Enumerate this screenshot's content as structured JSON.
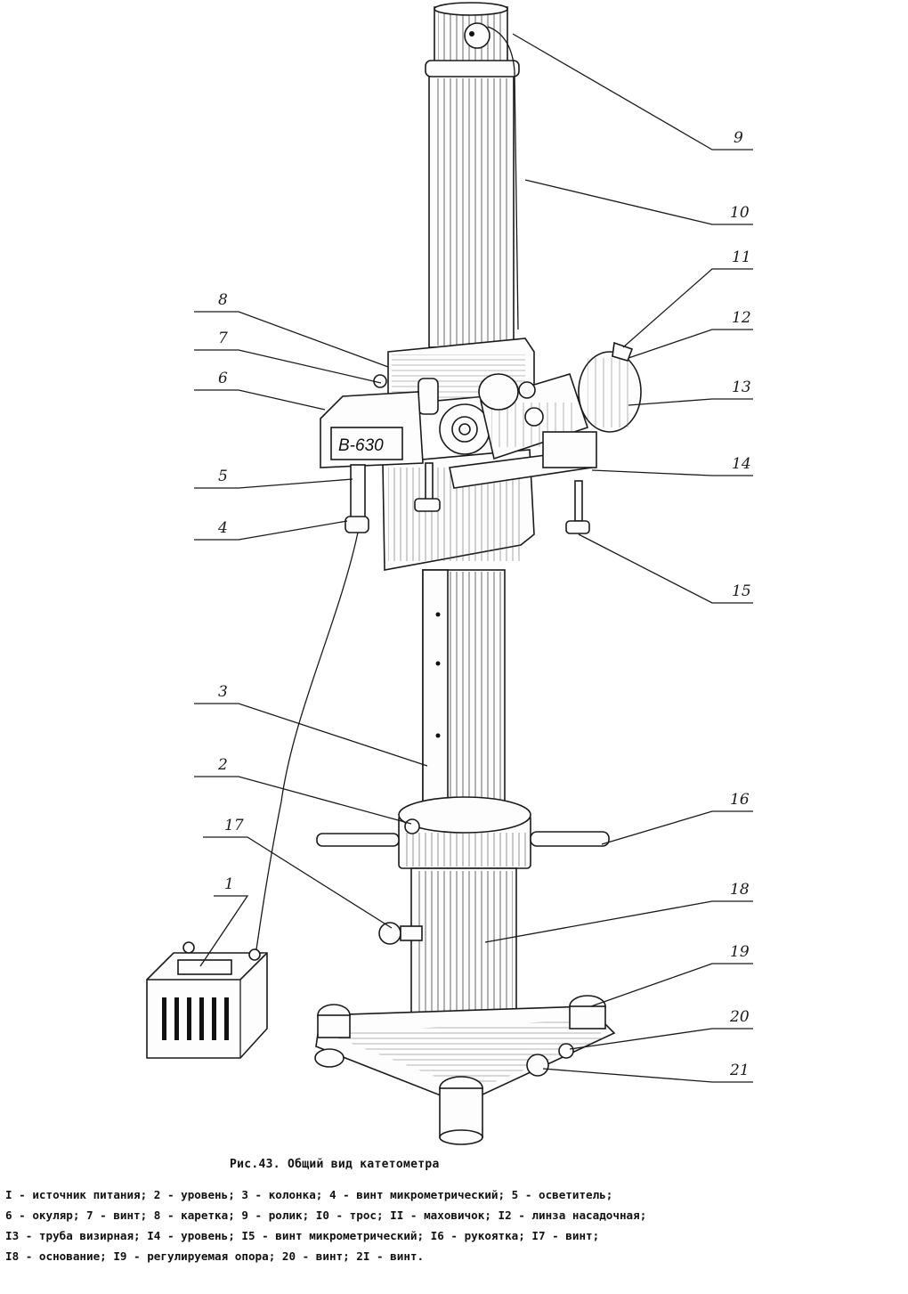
{
  "figure": {
    "plate_label": "B-630",
    "callouts": [
      "9",
      "10",
      "11",
      "12",
      "13",
      "14",
      "15",
      "16",
      "17",
      "18",
      "19",
      "20",
      "21",
      "8",
      "7",
      "6",
      "5",
      "4",
      "3",
      "2",
      "1"
    ],
    "caption_title": "Рис.43. Общий вид катетометра",
    "legend_lines": [
      "I - источник питания; 2 - уровень; 3 - колонка; 4 - винт микрометрический; 5 - осветитель;",
      "6 - окуляр; 7 - винт; 8 - каретка; 9 - ролик; I0 - трос; II - маховичок; I2 - линза насадочная;",
      "I3 - труба визирная; I4 - уровень; I5 - винт микрометрический; I6 - рукоятка; I7 - винт;",
      "I8 - основание; I9 - регулируемая опора; 20 - винт; 2I - винт."
    ]
  }
}
